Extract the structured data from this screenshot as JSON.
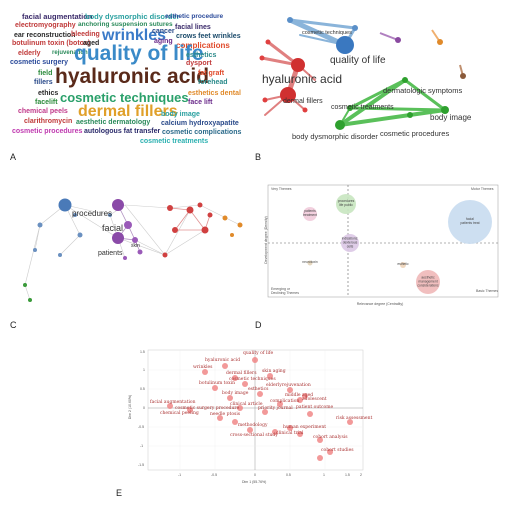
{
  "panels": {
    "a": {
      "letter": "A",
      "words": [
        {
          "text": "facial augmentation",
          "color": "#3a2a6a"
        },
        {
          "text": "body dysmorphic disorder",
          "color": "#2aa0a0"
        },
        {
          "text": "esthetic procedure",
          "color": "#2a4a9a"
        },
        {
          "text": "electromyography",
          "color": "#c03a3a"
        },
        {
          "text": "anchoring suspension sutures",
          "color": "#2a8a5a"
        },
        {
          "text": "facial lines",
          "color": "#3a2a6a"
        },
        {
          "text": "ear reconstruction",
          "color": "#2a2a2a"
        },
        {
          "text": "bleeding",
          "color": "#c03a3a"
        },
        {
          "text": "wrinkles",
          "color": "#3a7ac8"
        },
        {
          "text": "cancer",
          "color": "#2a4a8a"
        },
        {
          "text": "crows feet wrinkles",
          "color": "#1a4a6a"
        },
        {
          "text": "botulinum toxin (botox)",
          "color": "#c03a3a"
        },
        {
          "text": "aged",
          "color": "#2a2a2a"
        },
        {
          "text": "aging",
          "color": "#6a2a8a"
        },
        {
          "text": "complications",
          "color": "#e04a2a"
        },
        {
          "text": "elderly",
          "color": "#c03a3a"
        },
        {
          "text": "rejuvenation",
          "color": "#2a8a5a"
        },
        {
          "text": "cosmetic surgery",
          "color": "#2a4a9a"
        },
        {
          "text": "quality of life",
          "color": "#3a8ac8"
        },
        {
          "text": "esthetics",
          "color": "#2a8a8a"
        },
        {
          "text": "dysport",
          "color": "#c03a3a"
        },
        {
          "text": "field",
          "color": "#2a8a3a"
        },
        {
          "text": "fillers",
          "color": "#2a4a8a"
        },
        {
          "text": "hyaluronic acid",
          "color": "#5a2a1a"
        },
        {
          "text": "fat graft",
          "color": "#e04a2a"
        },
        {
          "text": "forehead",
          "color": "#2a8a8a"
        },
        {
          "text": "ethics",
          "color": "#2a2a2a"
        },
        {
          "text": "cosmetic techniques",
          "color": "#2aa06a"
        },
        {
          "text": "esthetics dental",
          "color": "#e08a2a"
        },
        {
          "text": "facelift",
          "color": "#2a8a3a"
        },
        {
          "text": "face lift",
          "color": "#6a2a8a"
        },
        {
          "text": "chemical peels",
          "color": "#c03a8a"
        },
        {
          "text": "dermal fillers",
          "color": "#e0a02a"
        },
        {
          "text": "body image",
          "color": "#2aa0a0"
        },
        {
          "text": "clarithromycin",
          "color": "#c03a3a"
        },
        {
          "text": "aesthetic dermatology",
          "color": "#2a8a5a"
        },
        {
          "text": "calcium hydroxyapatite",
          "color": "#2a4a8a"
        },
        {
          "text": "cosmetic procedures",
          "color": "#c03ab0"
        },
        {
          "text": "autologous fat transfer",
          "color": "#2a2a6a"
        },
        {
          "text": "cosmetic complications",
          "color": "#2a6a8a"
        },
        {
          "text": "cosmetic treatments",
          "color": "#2ab0b0"
        }
      ]
    },
    "b": {
      "letter": "B",
      "labels": {
        "cosmetic_techniques": "cosmetic techniques",
        "quality_of_life": "quality of life",
        "hyaluronic_acid": "hyaluronic acid",
        "dermal_fillers": "dermal fillers",
        "dermatologic_symptoms": "dermatologic symptoms",
        "cosmetic_treatments": "cosmetic treatments",
        "body_image": "body image",
        "body_dysmorphic_disorder": "body dysmorphic disorder",
        "cosmetic_procedures": "cosmetic procedures"
      }
    },
    "c": {
      "letter": "C",
      "labels": {
        "procedures": "procedures",
        "facial": "facial",
        "patients": "patients",
        "skin": "skin"
      }
    },
    "d": {
      "letter": "D",
      "quadrants": {
        "niche": "Very Themes",
        "motor": "Motor Themes",
        "emerging": "Emerging or Declining Themes",
        "basic": "Basic Themes"
      },
      "axes": {
        "x": "Relevance degree (Centrality)",
        "y": "Development degree (Density)"
      },
      "bubbles": [
        {
          "text": "patients treatment"
        },
        {
          "text": "procedures life public"
        },
        {
          "text": "indications: dexterous cells"
        },
        {
          "text": "facial patients treat"
        },
        {
          "text": "neurotoxin"
        },
        {
          "text": "esthetic"
        },
        {
          "text": "aesthetic management considerations"
        }
      ]
    },
    "e": {
      "letter": "E",
      "axes": {
        "x": "Dim 1 (55.76%)",
        "y": "Dim 2 (10.60%)"
      },
      "x_ticks": [
        "-1",
        "-0.5",
        "0",
        "0.5",
        "1",
        "1.5",
        "2"
      ],
      "y_ticks": [
        "1.5",
        "1",
        "0.5",
        "0",
        "-0.5",
        "-1",
        "-1.5"
      ],
      "points": [
        {
          "text": "quality of life"
        },
        {
          "text": "hyaluronic acid"
        },
        {
          "text": "wrinkles"
        },
        {
          "text": "dermal fillers"
        },
        {
          "text": "skin aging"
        },
        {
          "text": "cosmetic techniques"
        },
        {
          "text": "botulinum toxin"
        },
        {
          "text": "elderly"
        },
        {
          "text": "rejuvenation"
        },
        {
          "text": "esthetics"
        },
        {
          "text": "body image"
        },
        {
          "text": "middle aged"
        },
        {
          "text": "facial augmentation"
        },
        {
          "text": "adolescent"
        },
        {
          "text": "complication"
        },
        {
          "text": "patient outcome"
        },
        {
          "text": "cosmetic surgery procedure"
        },
        {
          "text": "clinical article"
        },
        {
          "text": "priority journal"
        },
        {
          "text": "needle ptosis"
        },
        {
          "text": "chemical peeling"
        },
        {
          "text": "methodology"
        },
        {
          "text": "human experiment"
        },
        {
          "text": "clinical trial"
        },
        {
          "text": "risk assessment"
        },
        {
          "text": "cohort analysis"
        },
        {
          "text": "cohort studies"
        },
        {
          "text": "cross-sectional study"
        }
      ]
    }
  }
}
